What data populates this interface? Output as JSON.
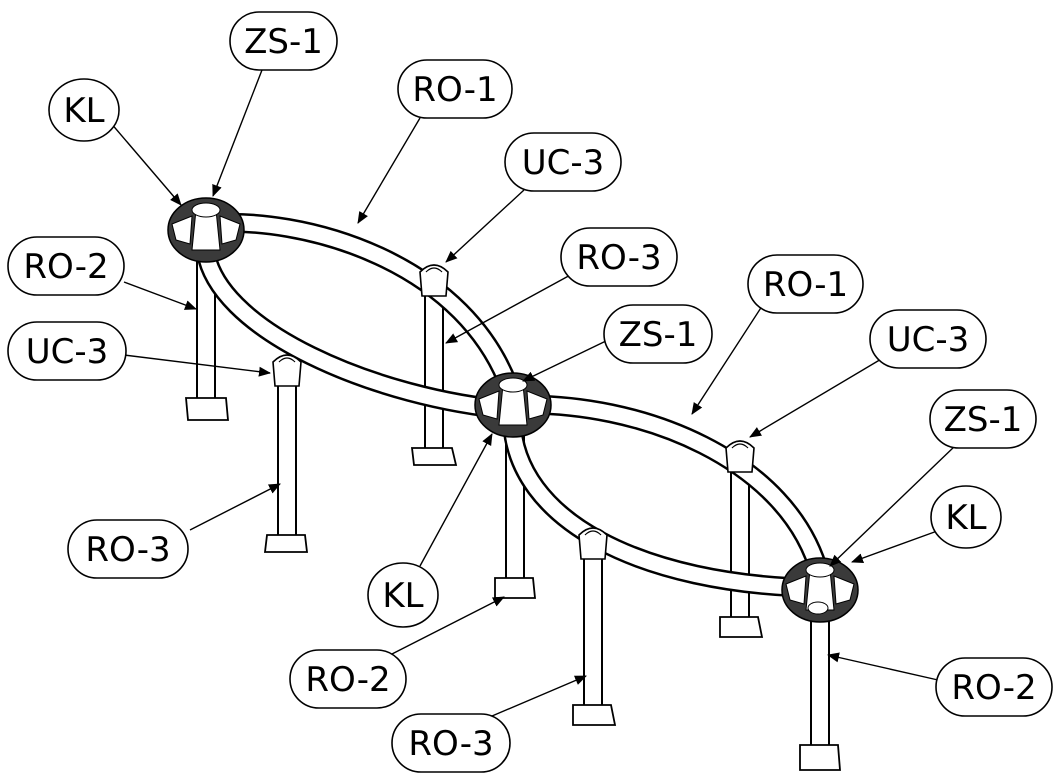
{
  "diagram": {
    "background": "#ffffff",
    "line_color": "#000000",
    "hub_color": "#3a3a3a",
    "callouts": [
      {
        "id": "zs1-top",
        "text": "ZS-1"
      },
      {
        "id": "kl-top-left",
        "text": "KL"
      },
      {
        "id": "ro1-left",
        "text": "RO-1"
      },
      {
        "id": "uc3-top",
        "text": "UC-3"
      },
      {
        "id": "ro2-left",
        "text": "RO-2"
      },
      {
        "id": "ro3-upper",
        "text": "RO-3"
      },
      {
        "id": "ro1-right",
        "text": "RO-1"
      },
      {
        "id": "uc3-left",
        "text": "UC-3"
      },
      {
        "id": "zs1-middle",
        "text": "ZS-1"
      },
      {
        "id": "uc3-right",
        "text": "UC-3"
      },
      {
        "id": "zs1-right",
        "text": "ZS-1"
      },
      {
        "id": "kl-right",
        "text": "KL"
      },
      {
        "id": "ro3-left",
        "text": "RO-3"
      },
      {
        "id": "kl-middle",
        "text": "KL"
      },
      {
        "id": "ro2-middle",
        "text": "RO-2"
      },
      {
        "id": "ro2-right",
        "text": "RO-2"
      },
      {
        "id": "ro3-bottom",
        "text": "RO-3"
      }
    ]
  }
}
